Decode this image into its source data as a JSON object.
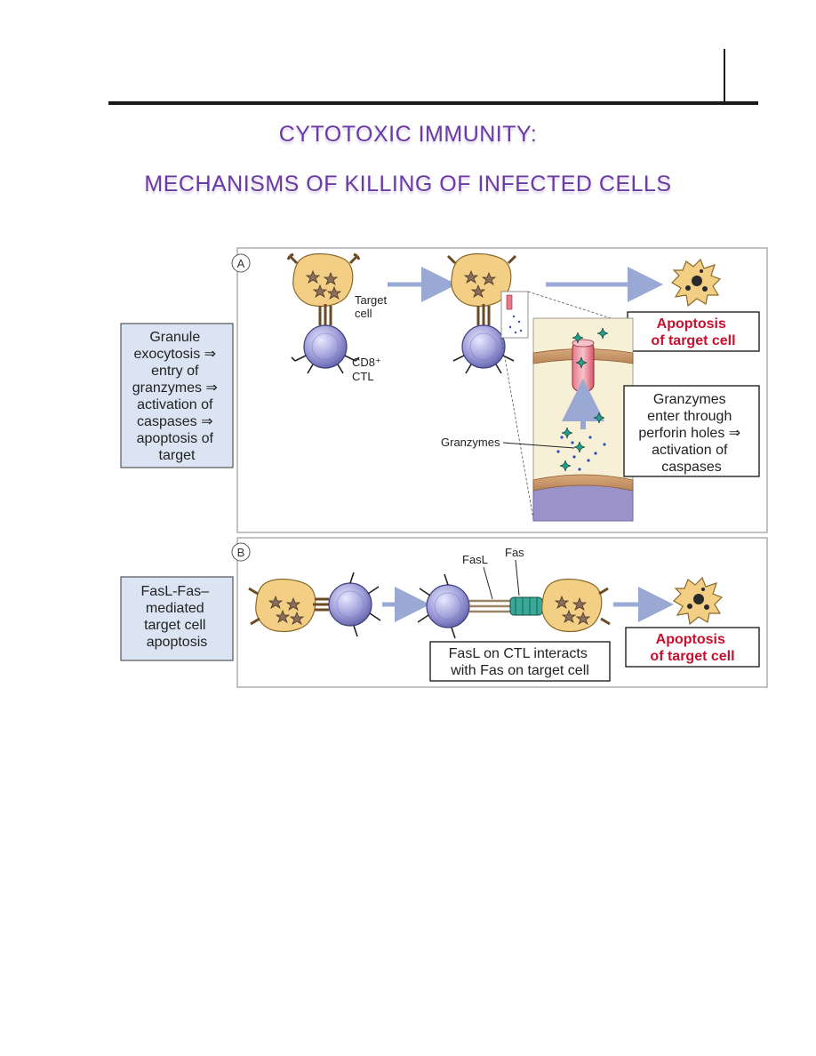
{
  "page": {
    "title_line1": "CYTOTOXIC IMMUNITY:",
    "title_line2": "MECHANISMS OF KILLING OF INFECTED CELLS"
  },
  "figure": {
    "panel_a": {
      "label": "A",
      "side_box": [
        "Granule",
        "exocytosis ⇒",
        "entry of",
        "granzymes ⇒",
        "activation of",
        "caspases ⇒",
        "apoptosis of",
        "target"
      ],
      "target_cell_label": [
        "Target",
        "cell"
      ],
      "ctl_label": [
        "CD8⁺",
        "CTL"
      ],
      "apoptosis_box": [
        "Apoptosis",
        "of target cell"
      ],
      "granzymes_label": "Granzymes",
      "granzyme_box": [
        "Granzymes",
        "enter through",
        "perforin holes ⇒",
        "activation of",
        "caspases"
      ]
    },
    "panel_b": {
      "label": "B",
      "side_box": [
        "FasL-Fas–",
        "mediated",
        "target cell",
        "apoptosis"
      ],
      "fasl_label": "FasL",
      "fas_label": "Fas",
      "interaction_box": [
        "FasL on CTL interacts",
        "with Fas on target cell"
      ],
      "apoptosis_box": [
        "Apoptosis",
        "of target cell"
      ]
    },
    "colors": {
      "title": "#6a3aa6",
      "side_box_fill": "#dbe4f2",
      "apoptosis_text": "#c8102e",
      "cell_target": "#f3cf86",
      "cell_ctl": "#8f8fce",
      "arrow": "#9aa8d4"
    }
  }
}
